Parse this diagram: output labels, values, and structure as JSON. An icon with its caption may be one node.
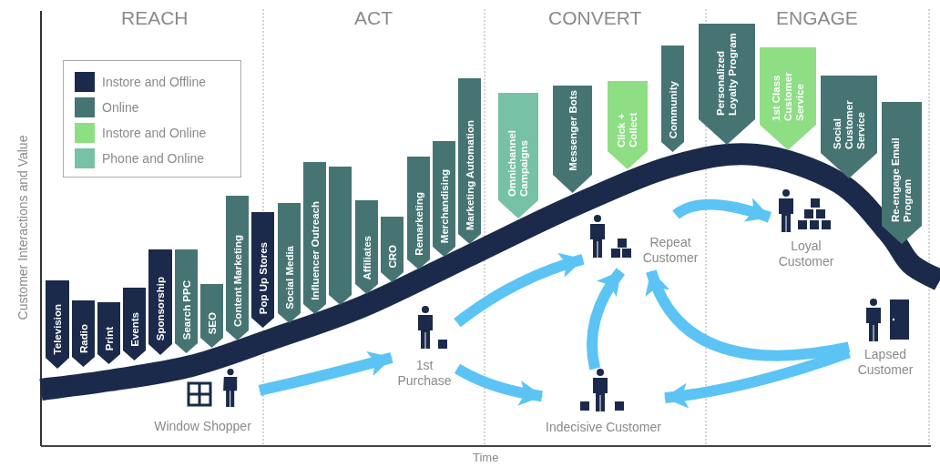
{
  "diagram": {
    "nodes": [
      {
        "text": [
          "Television"
        ]
      },
      {
        "text": [
          "Radio"
        ]
      },
      {
        "text": [
          "Print"
        ]
      },
      {
        "text": [
          "Events"
        ]
      },
      {
        "text": [
          "Sponsorship"
        ]
      },
      {
        "text": [
          "Search PPC"
        ]
      },
      {
        "text": [
          "SEO"
        ]
      },
      {
        "text": [
          "Content Marketing"
        ]
      },
      {
        "text": [
          "Pop Up Stores"
        ]
      },
      {
        "text": [
          "Social Media"
        ]
      },
      {
        "text": [
          "Influencer Outreach"
        ]
      },
      {
        "text": [],
        "shape": "tag"
      },
      {
        "text": [
          "Affiliates"
        ]
      },
      {
        "text": [
          "CRO"
        ]
      },
      {
        "text": [
          "Remarketing"
        ]
      },
      {
        "text": [
          "Merchandising"
        ]
      },
      {
        "text": [
          "Marketing Automation"
        ]
      },
      {
        "text": [
          "Omnichannel Campaigns"
        ]
      },
      {
        "text": [
          "Messenger Bots"
        ]
      },
      {
        "text": [
          "Click + Collect"
        ]
      },
      {
        "text": [
          "Community"
        ]
      },
      {
        "text": [
          "Personalized Loyalty Program"
        ]
      },
      {
        "text": [
          "1st Class Customer Service"
        ]
      },
      {
        "text": [
          "Social Customer Service"
        ]
      },
      {
        "text": [
          "Re-engage Email Program"
        ]
      },
      {
        "text": [
          "Window Shopper"
        ]
      },
      {
        "text": [
          "1st Purchase"
        ]
      },
      {
        "text": [
          "Repeat Customer"
        ]
      },
      {
        "text": [
          "Indecisive Customer"
        ]
      },
      {
        "text": [
          "Loyal Customer"
        ]
      },
      {
        "text": [
          "Lapsed Customer"
        ]
      }
    ],
    "edges": [
      {
        "from": 25,
        "to": 26,
        "arrow": "to"
      },
      {
        "from": 26,
        "to": 27,
        "arrow": "to"
      },
      {
        "from": 26,
        "to": 28,
        "arrow": "to"
      },
      {
        "from": 28,
        "to": 27,
        "arrow": "to"
      },
      {
        "from": 27,
        "to": 29,
        "arrow": "to"
      },
      {
        "from": 30,
        "to": 27,
        "arrow": "to"
      },
      {
        "from": 30,
        "to": 28,
        "arrow": "to"
      }
    ],
    "labels": [
      "REACH",
      "ACT",
      "CONVERT",
      "ENGAGE",
      "Customer Interactions and Value",
      "Time"
    ],
    "legend": [
      {
        "text": "Instore and Offline",
        "color": "#1b2a4a"
      },
      {
        "text": "Online",
        "color": "#467473"
      },
      {
        "text": "Instore and Online",
        "color": "#8ede84"
      },
      {
        "text": "Phone and Online",
        "color": "#77c2a6"
      }
    ]
  }
}
